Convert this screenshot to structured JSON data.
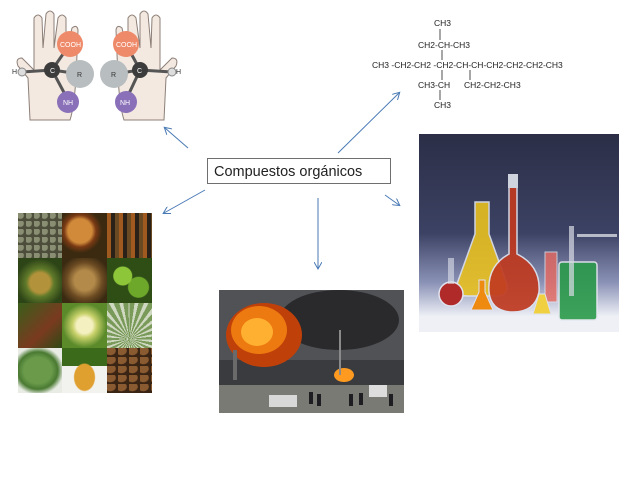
{
  "slide": {
    "title": "Compuestos orgánicos"
  },
  "chirality": {
    "left_top": "COOH",
    "left_mid_left": "C",
    "left_mid_right": "R",
    "left_bottom": "NH",
    "left_h": "H",
    "right_top": "COOH",
    "right_mid_left": "R",
    "right_mid_right": "C",
    "right_bottom": "NH",
    "right_h": "H"
  },
  "formula": {
    "line1": "CH3",
    "line2": "CH2-CH-CH3",
    "line3": "CH3 -CH2-CH2 -CH2-CH-CH-CH2-CH2-CH2-CH3",
    "line4a": "CH3-CH",
    "line4b": "CH2-CH2-CH3",
    "line5": "CH3"
  },
  "colors": {
    "arrow": "#4a7ab5",
    "border": "#6f6f6f"
  }
}
